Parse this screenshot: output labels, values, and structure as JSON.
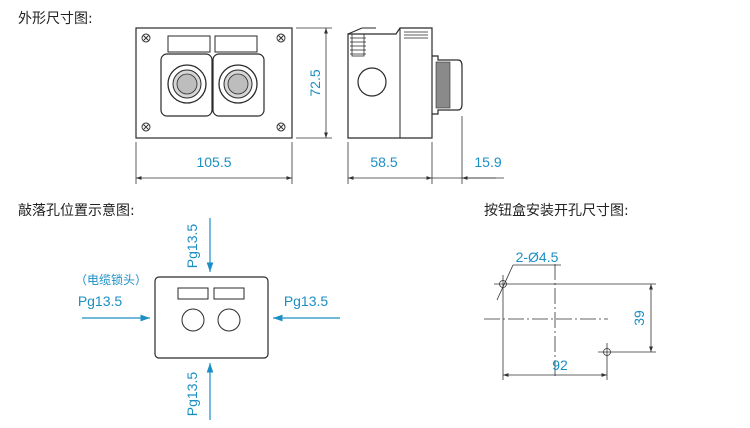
{
  "headings": {
    "outline": "外形尺寸图:",
    "knockout": "敲落孔位置示意图:",
    "mounting": "按钮盒安装开孔尺寸图:"
  },
  "outline": {
    "width": "105.5",
    "height": "72.5",
    "depth": "58.5",
    "button_protrusion": "15.9"
  },
  "knockout": {
    "top": "Pg13.5",
    "left": "Pg13.5",
    "right": "Pg13.5",
    "bottom": "Pg13.5",
    "cable_note": "（电缆锁头）"
  },
  "mounting": {
    "holes": "2-Ø4.5",
    "spacing_x": "92",
    "spacing_y": "39"
  },
  "colors": {
    "dimension": "#1b8fc4",
    "outline": "#2a2a2a"
  }
}
